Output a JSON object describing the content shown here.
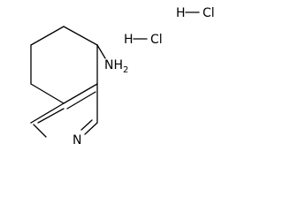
{
  "molecule": {
    "atom_labels": {
      "amine": "NH",
      "amine_subscript": "2",
      "ring_nitrogen": "N"
    },
    "salt": [
      {
        "h": "H",
        "cl": "Cl"
      },
      {
        "h": "H",
        "cl": "Cl"
      }
    ]
  }
}
